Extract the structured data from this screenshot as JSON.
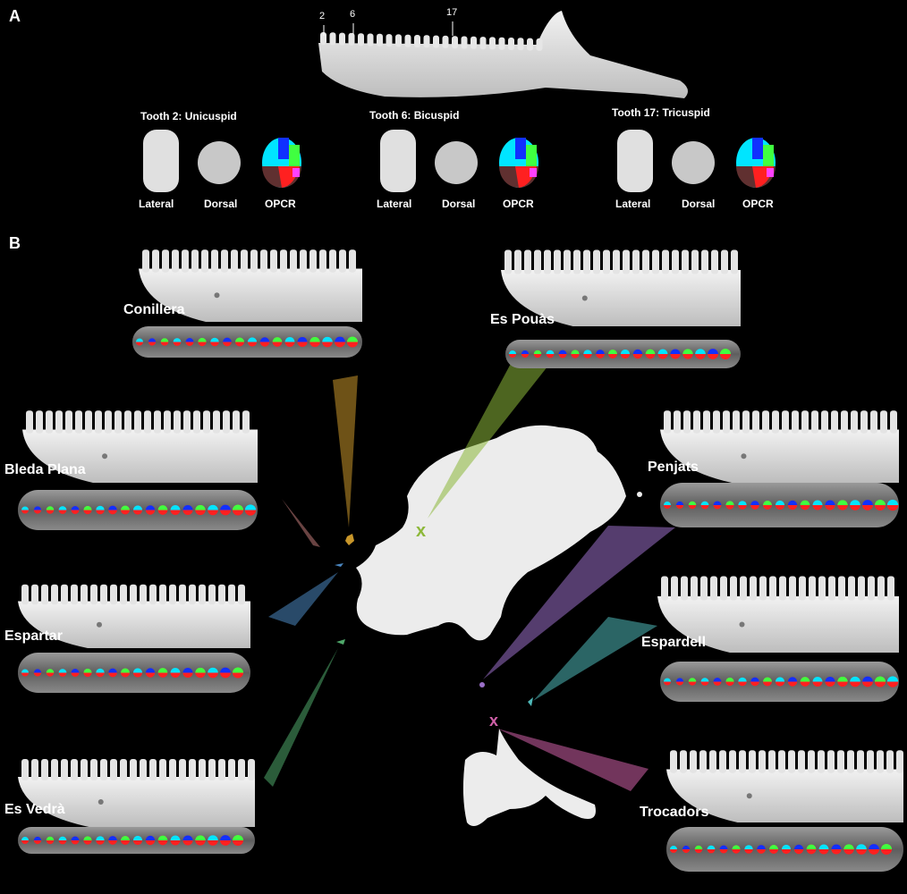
{
  "panels": {
    "a": "A",
    "b": "B"
  },
  "ticks": [
    "2",
    "6",
    "17"
  ],
  "teeth": [
    {
      "title": "Tooth 2: Unicuspid",
      "views": [
        "Lateral",
        "Dorsal",
        "OPCR"
      ]
    },
    {
      "title": "Tooth 6: Bicuspid",
      "views": [
        "Lateral",
        "Dorsal",
        "OPCR"
      ]
    },
    {
      "title": "Tooth 17: Tricuspid",
      "views": [
        "Lateral",
        "Dorsal",
        "OPCR"
      ]
    }
  ],
  "sites": [
    {
      "name": "Conillera",
      "color": "#c8962a"
    },
    {
      "name": "Es Pouàs",
      "color": "#8db83a"
    },
    {
      "name": "Bleda Plana",
      "color": "#c07a78"
    },
    {
      "name": "Penjats",
      "color": "#9b6fc8"
    },
    {
      "name": "Espartar",
      "color": "#4a86c0"
    },
    {
      "name": "Espardell",
      "color": "#4fb8b8"
    },
    {
      "name": "Es Vedrà",
      "color": "#4fa86a"
    },
    {
      "name": "Trocadors",
      "color": "#d060a8"
    }
  ],
  "opcr_colors": [
    "#00e5ff",
    "#1030ff",
    "#40ff40",
    "#ff2020",
    "#ff40ff",
    "#603030",
    "#ffff30",
    "#1a7a2a"
  ]
}
